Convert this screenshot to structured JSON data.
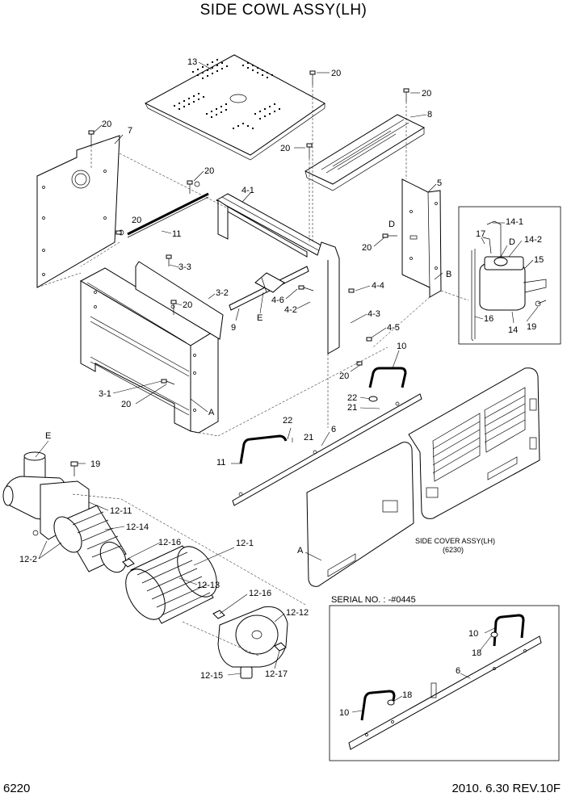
{
  "title": "SIDE COWL ASSY(LH)",
  "page_number": "6220",
  "revision": "2010. 6.30  REV.10F",
  "side_cover_note": "SIDE COVER ASSY(LH)",
  "side_cover_ref": "(6230)",
  "serial_note": "SERIAL NO. : -#0445",
  "callouts": {
    "c13": "13",
    "c20a": "20",
    "c20b": "20",
    "c8": "8",
    "c20c": "20",
    "c7": "7",
    "c20d": "20",
    "c20e": "20",
    "c4_1": "4-1",
    "c5": "5",
    "c20f": "20",
    "c11a": "11",
    "cD1": "D",
    "c20g": "20",
    "c3_3": "3-3",
    "cB": "B",
    "c14_1": "14-1",
    "c17": "17",
    "cD2": "D",
    "c14_2": "14-2",
    "c15": "15",
    "c3_2": "3-2",
    "c4_4": "4-4",
    "c20h": "20",
    "c4_6": "4-6",
    "c4_2": "4-2",
    "c9": "9",
    "cE1": "E",
    "c4_3": "4-3",
    "c16": "16",
    "c14": "14",
    "c19a": "19",
    "c4_5": "4-5",
    "c10a": "10",
    "c20i": "20",
    "c3_1": "3-1",
    "c22a": "22",
    "c21a": "21",
    "c20j": "20",
    "cA1": "A",
    "c22b": "22",
    "c21b": "21",
    "c6a": "6",
    "cE2": "E",
    "c11b": "11",
    "c19b": "19",
    "c12_11": "12-11",
    "c12_14": "12-14",
    "c12_16a": "12-16",
    "c12_1": "12-1",
    "c12_2": "12-2",
    "c12_13": "12-13",
    "cA2": "A",
    "c12_16b": "12-16",
    "c12_12": "12-12",
    "c12_15": "12-15",
    "c12_17": "12-17",
    "c10b": "10",
    "c18a": "18",
    "c6b": "6",
    "c18b": "18",
    "c10c": "10"
  }
}
